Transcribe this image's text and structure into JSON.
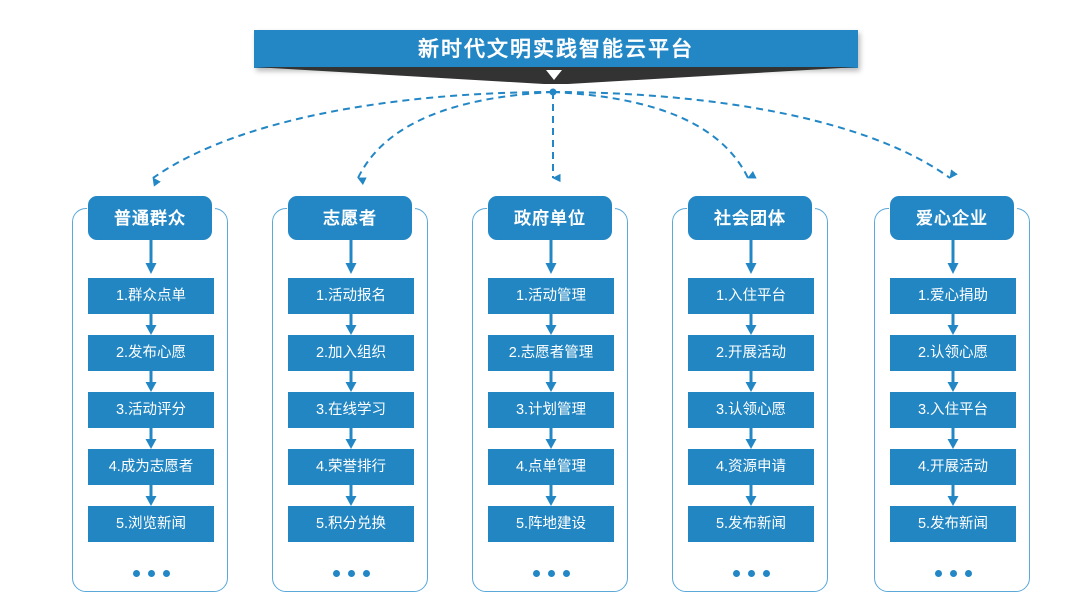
{
  "banner": {
    "title": "新时代文明实践智能云平台",
    "chevron_icon": "chevron-down-icon"
  },
  "colors": {
    "primary_blue": "#2387c5",
    "item_blue": "#2286c3",
    "outline_blue": "#5aa9d8",
    "shadow_dark": "#333333",
    "background": "#ffffff"
  },
  "columns": [
    {
      "header": "普通群众",
      "items": [
        "1.群众点单",
        "2.发布心愿",
        "3.活动评分",
        "4.成为志愿者",
        "5.浏览新闻"
      ],
      "more": "..."
    },
    {
      "header": "志愿者",
      "items": [
        "1.活动报名",
        "2.加入组织",
        "3.在线学习",
        "4.荣誉排行",
        "5.积分兑换"
      ],
      "more": "..."
    },
    {
      "header": "政府单位",
      "items": [
        "1.活动管理",
        "2.志愿者管理",
        "3.计划管理",
        "4.点单管理",
        "5.阵地建设"
      ],
      "more": "..."
    },
    {
      "header": "社会团体",
      "items": [
        "1.入住平台",
        "2.开展活动",
        "3.认领心愿",
        "4.资源申请",
        "5.发布新闻"
      ],
      "more": "..."
    },
    {
      "header": "爱心企业",
      "items": [
        "1.爱心捐助",
        "2.认领心愿",
        "3.入住平台",
        "4.开展活动",
        "5.发布新闻"
      ],
      "more": "..."
    }
  ],
  "connectors": {
    "source_label": "新时代文明实践智能云平台",
    "style": "dashed-curved-arrow",
    "targets": [
      "普通群众",
      "志愿者",
      "政府单位",
      "社会团体",
      "爱心企业"
    ]
  }
}
